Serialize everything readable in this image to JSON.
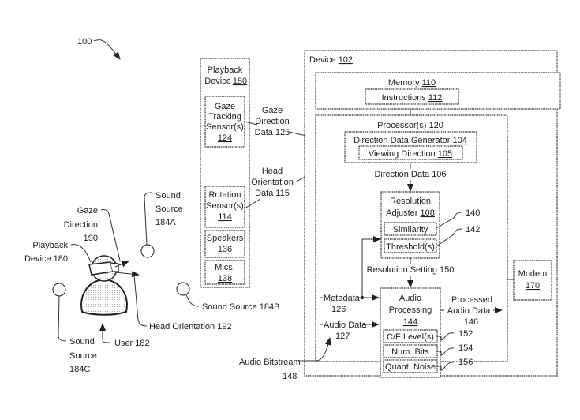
{
  "figure_ref": "100",
  "playback_device": {
    "title": "Playback",
    "title2": "Device",
    "ref": "180",
    "gaze_sensor": {
      "line1": "Gaze",
      "line2": "Tracking",
      "line3": "Sensor(s)",
      "ref": "124"
    },
    "rotation_sensor": {
      "line1": "Rotation",
      "line2": "Sensor(s)",
      "ref": "114"
    },
    "speakers": {
      "label": "Speakers",
      "ref": "136"
    },
    "mics": {
      "label": "Mics.",
      "ref": "138"
    }
  },
  "device": {
    "label": "Device",
    "ref": "102",
    "memory": {
      "label": "Memory",
      "ref": "110",
      "instructions": "Instructions",
      "instructions_ref": "112"
    },
    "processor": {
      "label": "Processor(s)",
      "ref": "120"
    },
    "direction_data_generator": {
      "label": "Direction Data Generator",
      "ref": "104",
      "viewing_direction": "Viewing Direction",
      "viewing_ref": "105"
    },
    "direction_data": "Direction Data 106",
    "resolution_adjuster": {
      "line1": "Resolution",
      "line2": "Adjuster",
      "ref": "108",
      "similarity": "Similarity",
      "threshold": "Threshold(s)",
      "similarity_ref": "140",
      "threshold_ref": "142"
    },
    "resolution_setting": "Resolution Setting 150",
    "metadata": {
      "label": "Metadata",
      "ref": "126"
    },
    "audio_data": {
      "label": "Audio Data",
      "ref": "127"
    },
    "audio_processing": {
      "line1": "Audio",
      "line2": "Processing",
      "ref": "144",
      "cf_levels": "C/F Level(s)",
      "cf_ref": "152",
      "num_bits": "Num. Bits",
      "num_bits_ref": "154",
      "quant_noise": "Quant. Noise",
      "quant_noise_ref": "156"
    },
    "processed_audio": {
      "line1": "Processed",
      "line2": "Audio Data",
      "ref": "146"
    },
    "modem": {
      "label": "Modem",
      "ref": "170"
    }
  },
  "signals": {
    "gaze_direction_data": {
      "line1": "Gaze",
      "line2": "Direction",
      "line3": "Data 125"
    },
    "head_orientation_data": {
      "line1": "Head",
      "line2": "Orientation",
      "line3": "Data 115"
    },
    "audio_bitstream": {
      "line1": "Audio Bitstream",
      "line2": "148"
    }
  },
  "scene": {
    "gaze_direction": {
      "line1": "Gaze",
      "line2": "Direction",
      "line3": "190"
    },
    "playback_device": {
      "line1": "Playback",
      "line2": "Device 180"
    },
    "sound_source_a": {
      "line1": "Sound",
      "line2": "Source",
      "line3": "184A"
    },
    "sound_source_b": "Sound Source 184B",
    "sound_source_c": {
      "line1": "Sound",
      "line2": "Source",
      "line3": "184C"
    },
    "head_orientation": "Head Orientation 192",
    "user": "User 182"
  }
}
